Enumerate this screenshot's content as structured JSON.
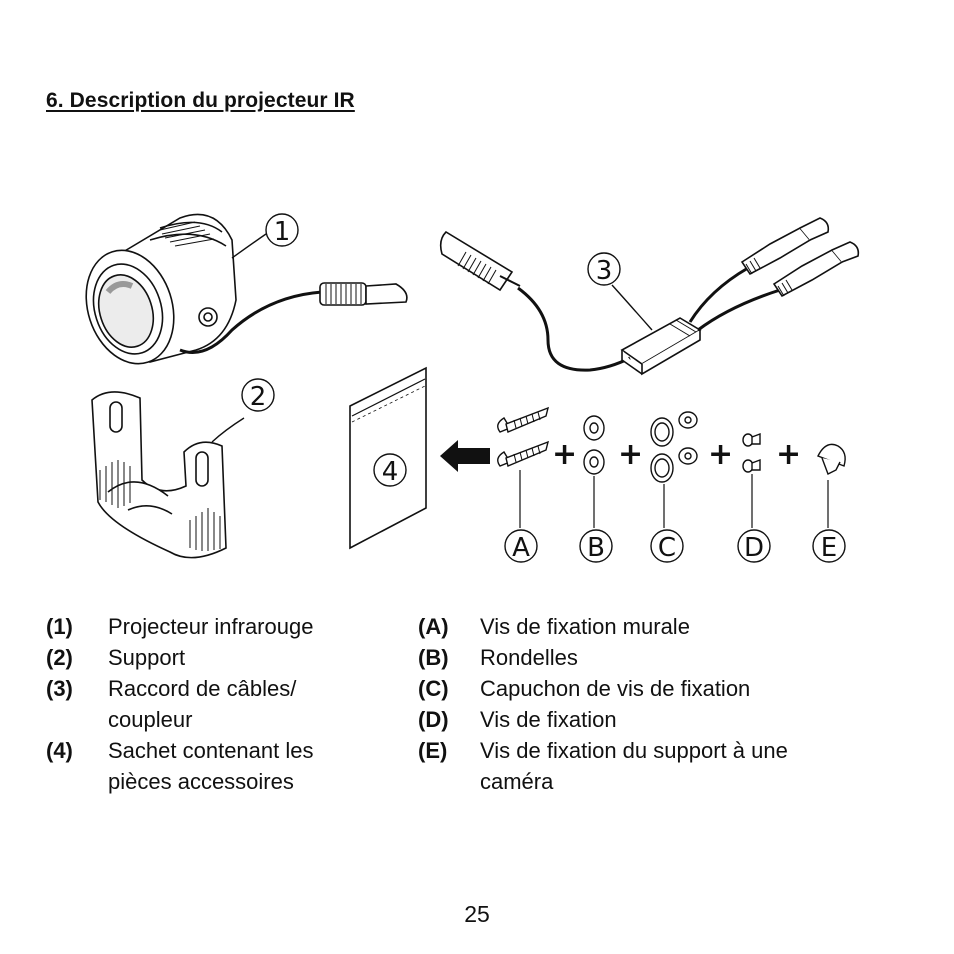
{
  "page": {
    "heading": "6. Description du projecteur IR",
    "page_number": "25"
  },
  "figure": {
    "callouts": [
      "1",
      "2",
      "3",
      "4"
    ],
    "letters": [
      "A",
      "B",
      "C",
      "D",
      "E"
    ],
    "plus_sign": "+"
  },
  "legend": {
    "left": [
      {
        "key": "(1)",
        "text": "Projecteur infrarouge"
      },
      {
        "key": "(2)",
        "text": "Support"
      },
      {
        "key": "(3)",
        "text": "Raccord de câbles/ coupleur"
      },
      {
        "key": "(4)",
        "text": "Sachet contenant les pièces accessoires"
      }
    ],
    "right": [
      {
        "key": "(A)",
        "text": "Vis de fixation murale"
      },
      {
        "key": "(B)",
        "text": "Rondelles"
      },
      {
        "key": "(C)",
        "text": "Capuchon de vis de fixation"
      },
      {
        "key": "(D)",
        "text": "Vis de fixation"
      },
      {
        "key": "(E)",
        "text": "Vis de fixation du support à une caméra"
      }
    ]
  }
}
